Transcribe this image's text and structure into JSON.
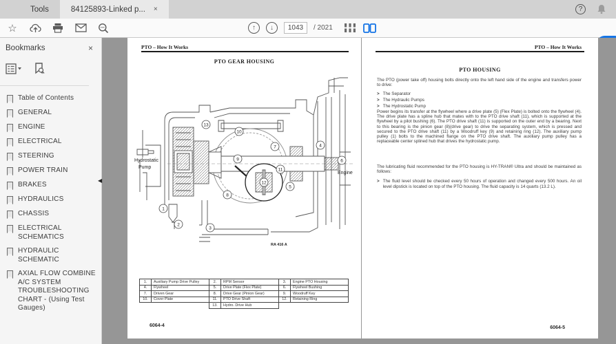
{
  "app": {
    "tab_tools": "Tools",
    "tab_doc": "84125893-Linked p...",
    "tab_doc_close": "×",
    "help": "?",
    "toolbar": {
      "page_current": "1043",
      "page_total": "/ 2021",
      "icon_names": [
        "star-icon",
        "share-icon",
        "print-icon",
        "email-icon",
        "search-icon",
        "page-up-icon",
        "page-down-icon",
        "scroll-view-icon",
        "two-page-view-icon",
        "account-icon",
        "bell-icon"
      ],
      "up_glyph": "↑",
      "down_glyph": "↓"
    },
    "accent_color": "#1474e6",
    "doc_bg_color": "#969696"
  },
  "sidebar": {
    "title": "Bookmarks",
    "close_glyph": "×",
    "collapse_glyph": "◀",
    "items": [
      {
        "label": "Table of Contents"
      },
      {
        "label": "GENERAL"
      },
      {
        "label": "ENGINE"
      },
      {
        "label": "ELECTRICAL"
      },
      {
        "label": "STEERING"
      },
      {
        "label": "POWER TRAIN"
      },
      {
        "label": "BRAKES"
      },
      {
        "label": "HYDRAULICS"
      },
      {
        "label": "CHASSIS"
      },
      {
        "label": "ELECTRICAL SCHEMATICS"
      },
      {
        "label": "HYDRAULIC SCHEMATIC"
      },
      {
        "label": "AXIAL FLOW COMBINE A/C SYSTEM TROUBLESHOOTING CHART - (Using Test Gauges)"
      }
    ]
  },
  "left_page": {
    "header": "PTO – How It Works",
    "title": "PTO GEAR HOUSING",
    "figure": {
      "label_pump_line1": "Hydrostatic",
      "label_pump_line2": "Pump",
      "label_engine": "Engine",
      "caption": "RA 416 A"
    },
    "callouts": [
      "1",
      "2",
      "3",
      "4",
      "5",
      "6",
      "7",
      "8",
      "9",
      "10",
      "11",
      "12",
      "13"
    ],
    "table": {
      "rows": [
        [
          "1.",
          "Auxiliary Pump Drive Pulley",
          "2.",
          "RPM Sensor",
          "3.",
          "Engine PTO Housing"
        ],
        [
          "4.",
          "Flywheel",
          "5.",
          "Drive Plate (Flex Plate)",
          "6.",
          "Flywheel Bushing"
        ],
        [
          "7.",
          "Driven Gear",
          "8.",
          "Drive Gear (Pinion Gear)",
          "9.",
          "Woodruff Key"
        ],
        [
          "10.",
          "Cover Plate",
          "11.",
          "PTO Drive Shaft",
          "12.",
          "Retaining Ring"
        ],
        [
          "",
          "",
          "13.",
          "Hydro. Drive Hub",
          "",
          ""
        ]
      ]
    },
    "page_number": "6064-4"
  },
  "right_page": {
    "header": "PTO – How It Works",
    "title": "PTO HOUSING",
    "para1": "The PTO (power take off) housing bolts directly onto the left hand side of the engine and transfers power to drive:",
    "bullet_char": ">",
    "bullets": [
      "The Separator",
      "The Hydraulic Pumps",
      "The Hydrostatic Pump"
    ],
    "para2": "Power begins its transfer at the flywheel where a drive plate (5) (Flex Plate) is bolted onto the flywheel (4).  The drive plate has a spline hub that mates with to the PTO drive shaft (11), which is supported at the flywheel by a pilot bushing (6).  The PTO drive shaft (11) is supported on the outer end by a bearing.  Next to this bearing is the pinion gear (8)(drive gear) to drive the separating system, which is pressed and secured to the PTO drive shaft (11) by a Woodruff key (9) and retaining ring (12).  The auxiliary pump pulley (1) bolts to the machined flange on the PTO drive shaft.  The auxiliary pump pulley has a replaceable center splined hub that drives the hydrostatic pump.",
    "para3": "The lubricating fluid recommended for the PTO housing is HY-TRAN® Ultra and should be maintained as follows:",
    "bullet2": "The fluid level should be checked every 50 hours of operation and changed every 500 hours.  An oil level dipstick is located on top of the PTO housing.  The fluid capacity is 14 quarts (13.2 L).",
    "page_number": "6064-5"
  }
}
